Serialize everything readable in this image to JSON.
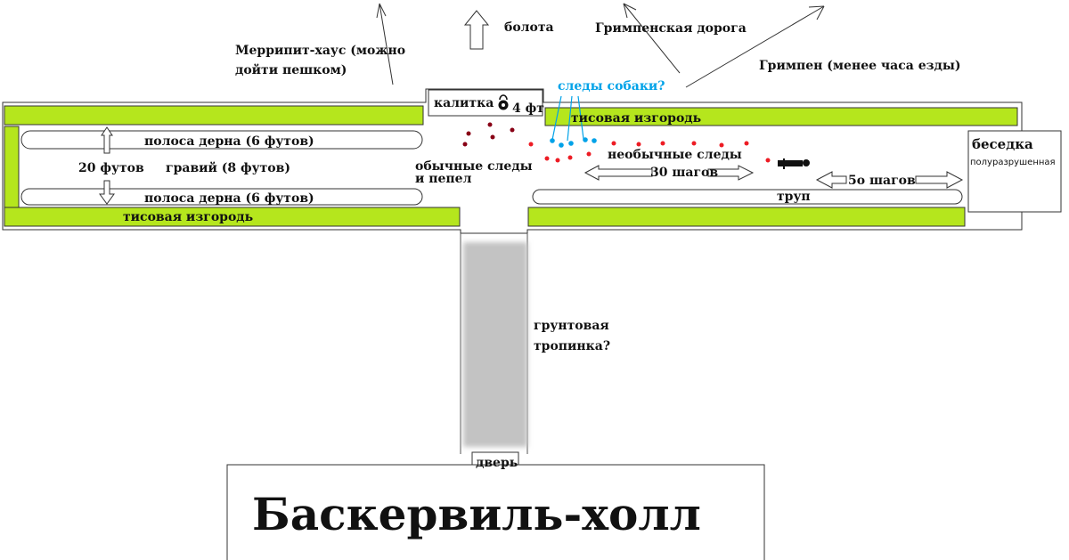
{
  "labels": {
    "merripit": [
      "Меррипит-хаус (можно",
      "дойти пешком)"
    ],
    "swamps": "болота",
    "grimpen_road": "Гримпенская дорога",
    "grimpen": "Гримпен (менее часа езды)",
    "gate": "калитка",
    "gate_height": "4 фт",
    "dog_tracks": "следы собаки?",
    "yew_hedge_top": "тисовая изгородь",
    "turf_top": "полоса дерна  (6 футов)",
    "width": "20 футов",
    "gravel": "гравий  (8 футов)",
    "turf_bottom": "полоса дерна  (6 футов)",
    "yew_hedge_bottom": "тисовая изгородь",
    "normal_tracks": [
      "обычные следы",
      "и пепел"
    ],
    "unusual_tracks": "необычные следы",
    "thirty_steps": "30 шагов",
    "body": "труп",
    "fifty_steps": "5о шагов",
    "arbor": "беседка",
    "arbor_state": "полуразрушенная",
    "dirt_path": [
      "грунтовая",
      "тропинка?"
    ],
    "door": "дверь",
    "hall": "Баскервиль-холл"
  },
  "colors": {
    "hedge": "#b5e61d",
    "dark_track": "#880015",
    "red_track": "#ed1c24",
    "dog_track": "#00a2e8",
    "path": "#c3c3c3"
  }
}
